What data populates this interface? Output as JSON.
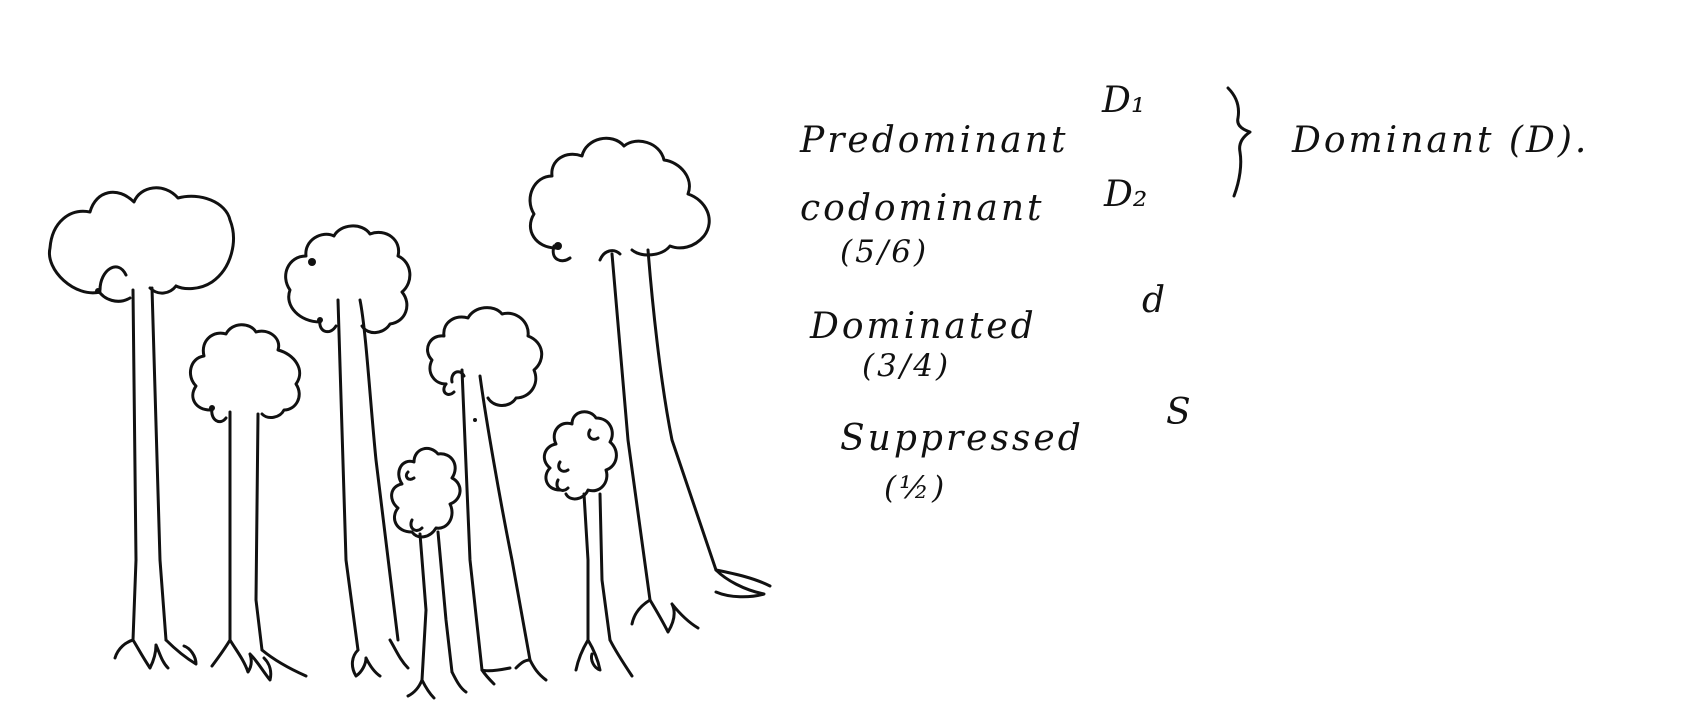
{
  "classes": [
    {
      "name": "Predominant",
      "fraction": "",
      "symbol": "D₁"
    },
    {
      "name": "codominant",
      "fraction": "(5/6)",
      "symbol": "D₂"
    },
    {
      "name": "Dominated",
      "fraction": "(3/4)",
      "symbol": "d"
    },
    {
      "name": "Suppressed",
      "fraction": "(½)",
      "symbol": "S"
    }
  ],
  "group_label": "Dominant (D).",
  "trees": [
    {
      "class": "Predominant"
    },
    {
      "class": "Dominated"
    },
    {
      "class": "codominant"
    },
    {
      "class": "Suppressed"
    },
    {
      "class": "Dominated"
    },
    {
      "class": "Suppressed"
    },
    {
      "class": "Predominant"
    }
  ]
}
